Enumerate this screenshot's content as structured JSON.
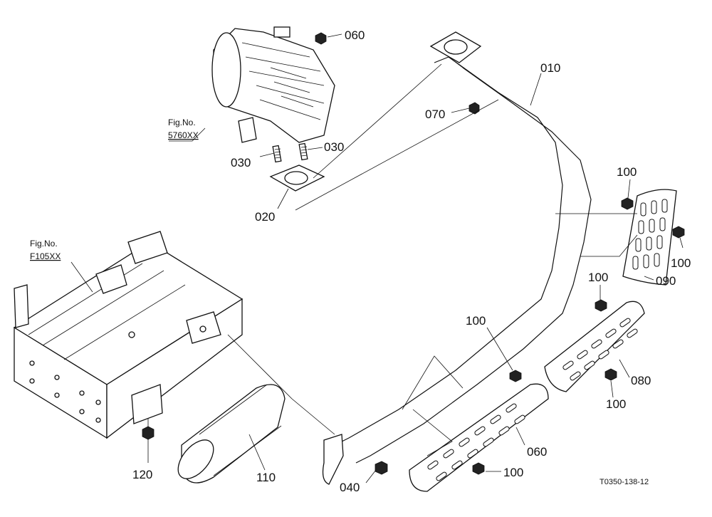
{
  "callouts": [
    {
      "id": "c010a",
      "text": "010"
    },
    {
      "id": "c020",
      "text": "020"
    },
    {
      "id": "c030a",
      "text": "030"
    },
    {
      "id": "c030b",
      "text": "030"
    },
    {
      "id": "c040",
      "text": "040"
    },
    {
      "id": "c060a",
      "text": "060"
    },
    {
      "id": "c060b",
      "text": "060"
    },
    {
      "id": "c070",
      "text": "070"
    },
    {
      "id": "c080",
      "text": "080"
    },
    {
      "id": "c090",
      "text": "090"
    },
    {
      "id": "c100a",
      "text": "100"
    },
    {
      "id": "c100b",
      "text": "100"
    },
    {
      "id": "c100c",
      "text": "100"
    },
    {
      "id": "c100d",
      "text": "100"
    },
    {
      "id": "c100e",
      "text": "100"
    },
    {
      "id": "c100f",
      "text": "100"
    },
    {
      "id": "c110",
      "text": "110"
    },
    {
      "id": "c120",
      "text": "120"
    }
  ],
  "fig_refs": [
    {
      "prefix": "Fig.No.",
      "code": "5760XX"
    },
    {
      "prefix": "Fig.No.",
      "code": "F105XX"
    }
  ],
  "drawing_code": "T0350-138-12"
}
